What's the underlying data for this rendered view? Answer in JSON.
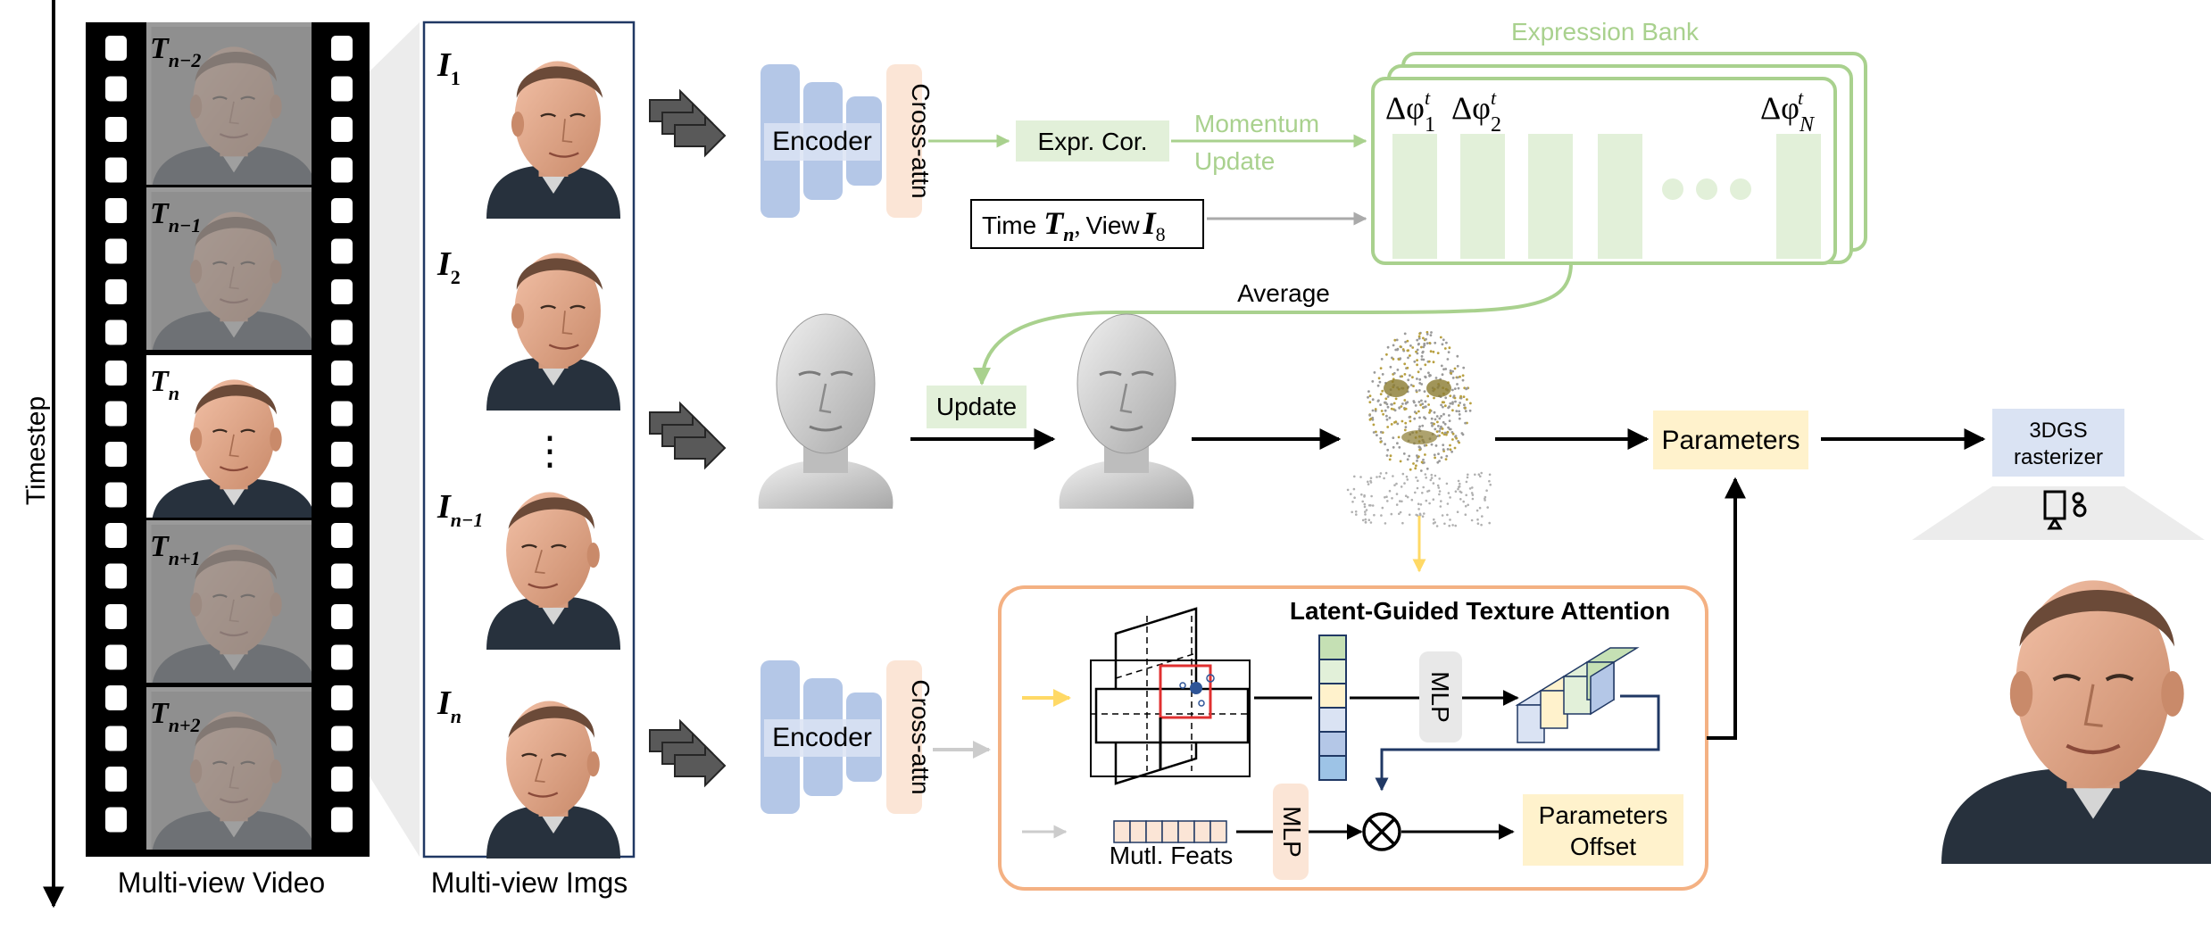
{
  "labels": {
    "timestep": "Timestep",
    "multi_view_video": "Multi-view Video",
    "multi_view_imgs": "Multi-view Imgs",
    "encoder_top": "Encoder",
    "cross_attn_top": "Cross-attn",
    "encoder_bottom": "Encoder",
    "cross_attn_bottom": "Cross-attn",
    "expr_cor": "Expr. Cor.",
    "momentum": "Momentum",
    "update_green": "Update",
    "expression_bank": "Expression Bank",
    "time": "Time",
    "view": "View",
    "average": "Average",
    "update_box": "Update",
    "parameters": "Parameters",
    "rasterizer_line1": "3DGS",
    "rasterizer_line2": "rasterizer",
    "lgta_title": "Latent-Guided Texture Attention",
    "mlp_1": "MLP",
    "mlp_2": "MLP",
    "mutl_feats": "Mutl. Feats",
    "params_offset_line1": "Parameters",
    "params_offset_line2": "Offset",
    "vdots": "⋮"
  },
  "math": {
    "T_sym": "T",
    "frame_subs": [
      "n−2",
      "n−1",
      "n",
      "n+1",
      "n+2"
    ],
    "I_sym": "I",
    "img_subs": [
      "1",
      "2",
      "n−1",
      "n"
    ],
    "delta_phi": "Δφ",
    "bank_sup": "t",
    "bank_subs": [
      "1",
      "2",
      "N"
    ],
    "time_sub": "n",
    "view_sub": "8",
    "comma": ","
  },
  "colors": {
    "green": "#a9d18e",
    "green_text": "#8fc46a",
    "green_fill": "#e2f0d9",
    "blue_fill": "#b4c7e7",
    "peach_fill": "#fbe5d6",
    "orange_border": "#f4b183",
    "yellow_fill": "#fff2cc",
    "navy": "#203864"
  }
}
